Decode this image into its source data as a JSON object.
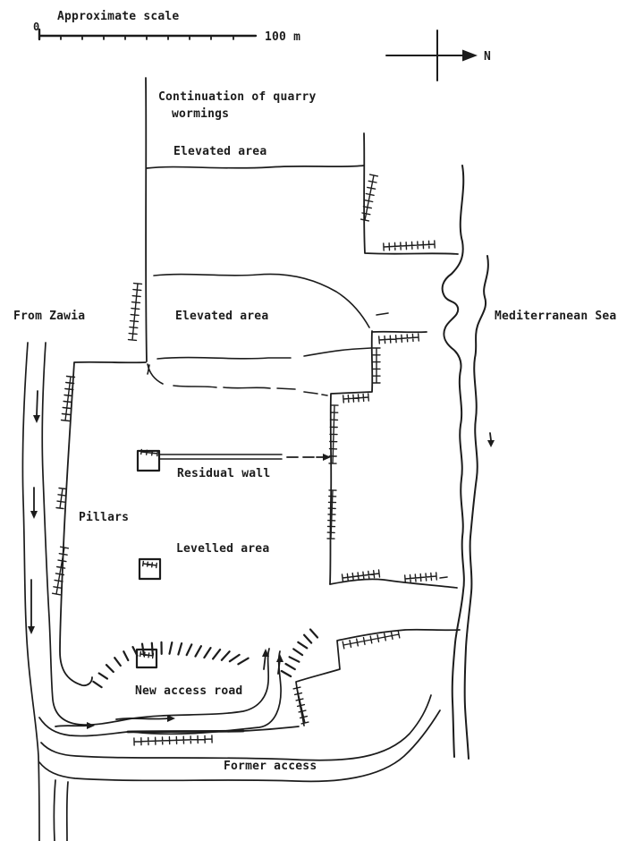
{
  "page": {
    "type": "hand-drawn site plan of a coastal quarry",
    "colors": {
      "ink": "#1c1c1c",
      "paper": "#ffffff"
    }
  },
  "scale_bar": {
    "title": "Approximate scale",
    "zero_label": "0",
    "end_label": "100 m"
  },
  "compass": {
    "north_label": "N"
  },
  "labels": {
    "continuation_line1": "Continuation of quarry",
    "continuation_line2": "wormings",
    "elevated_area_north": "Elevated area",
    "elevated_area_central": "Elevated area",
    "from_zawia": "From Zawia",
    "mediterranean_sea": "Mediterranean Sea",
    "residual_wall": "Residual wall",
    "pillars": "Pillars",
    "levelled_area": "Levelled area",
    "new_access_road": "New access road",
    "former_access": "Former access"
  }
}
